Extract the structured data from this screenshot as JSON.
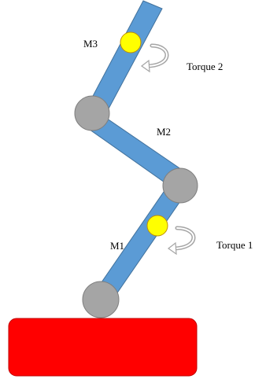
{
  "labels": {
    "m1": "M1",
    "m2": "M2",
    "m3": "M3",
    "torque1": "Torque 1",
    "torque2": "Torque 2"
  },
  "colors": {
    "base": "#ff0000",
    "link": "#5b9bd5",
    "link_border": "#41719c",
    "joint": "#a5a5a5",
    "joint_border": "#7f7f7f",
    "motor": "#ffff00",
    "motor_border": "#bf9000",
    "torque_arrow": "#a5a5a5"
  },
  "icons": {
    "torque1": "curved-arrow-icon",
    "torque2": "curved-arrow-icon"
  }
}
